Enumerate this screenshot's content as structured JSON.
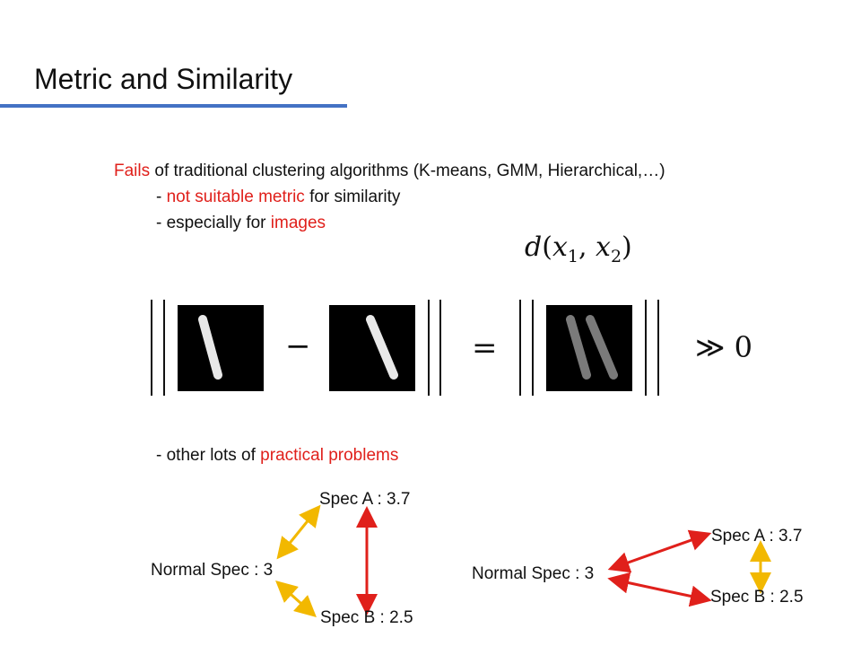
{
  "slide": {
    "title": "Metric and Similarity"
  },
  "bullets": {
    "line1": {
      "red": "Fails",
      "rest": " of traditional clustering algorithms (K-means, GMM, Hierarchical,…)"
    },
    "line2": {
      "pre": "- ",
      "red": "not suitable metric",
      "post": " for similarity"
    },
    "line3": {
      "pre": "- especially for ",
      "red": "images"
    },
    "line4": {
      "pre": "- other lots of ",
      "red": "practical problems"
    }
  },
  "formula": {
    "d": "d",
    "open": "(",
    "x1": "x",
    "sub1": "1",
    "comma": ", ",
    "x2": "x",
    "sub2": "2",
    "close": ")"
  },
  "equation": {
    "minus": "−",
    "equals": "=",
    "result": "≫ 0"
  },
  "diagram_left": {
    "normal": "Normal Spec : 3",
    "spec_a": "Spec A : 3.7",
    "spec_b": "Spec B : 2.5"
  },
  "diagram_right": {
    "normal": "Normal Spec : 3",
    "spec_a": "Spec A : 3.7",
    "spec_b": "Spec B : 2.5"
  },
  "colors": {
    "accent": "#4472c4",
    "highlight": "#e0201b",
    "arrow_yellow": "#f2b800",
    "arrow_red": "#e0201b"
  }
}
